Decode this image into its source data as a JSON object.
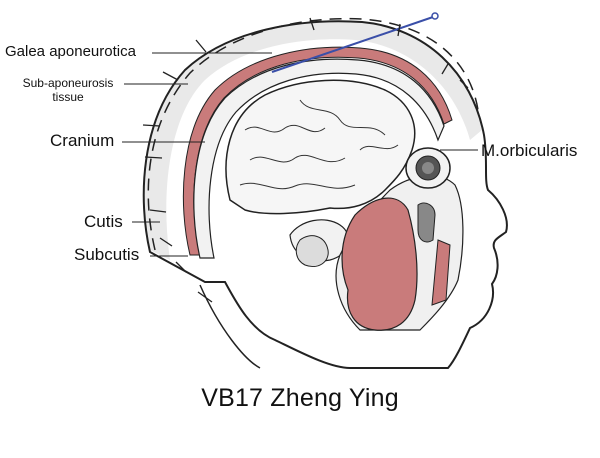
{
  "labels": {
    "galea": "Galea aponeurotica",
    "sub_line1": "Sub-aponeurosis",
    "sub_line2": "tissue",
    "cranium": "Cranium",
    "cutis": "Cutis",
    "subcutis": "Subcutis",
    "orbicularis": "M.orbicularis"
  },
  "caption": "VB17 Zheng Ying",
  "colors": {
    "muscle": "#c97b7b",
    "line": "#222222",
    "needle": "#3a4fa8",
    "bone": "#f2f2f2"
  }
}
